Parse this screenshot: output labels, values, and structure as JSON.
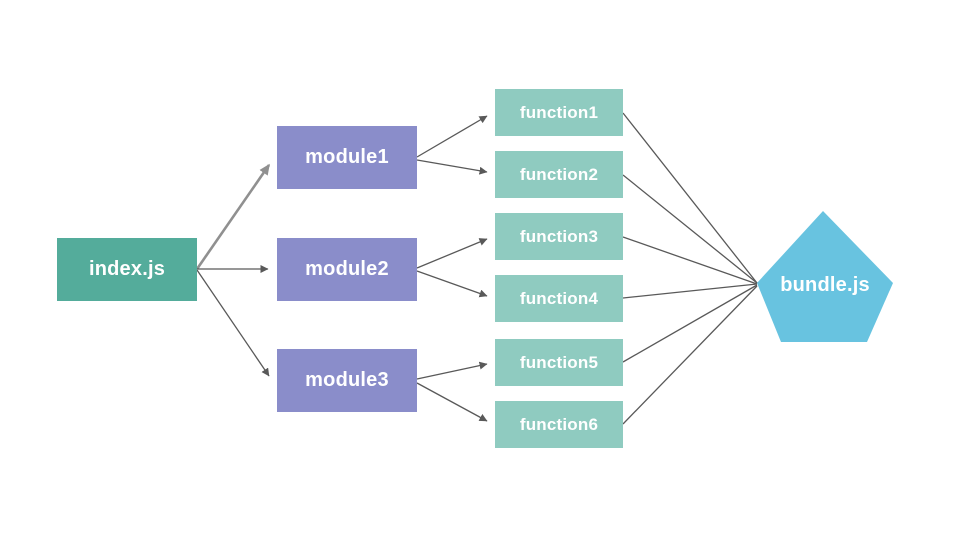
{
  "diagram": {
    "title": "module bundling diagram",
    "background": "#ffffff",
    "colors": {
      "entry_node": "#54ac9b",
      "module_node": "#8a8dca",
      "function_node": "#8fcbc0",
      "bundle_node": "#68c3e0",
      "edge_thin": "#595959",
      "edge_thick": "#909090",
      "label_text": "#ffffff"
    },
    "nodes": {
      "index": {
        "label": "index.js",
        "shape": "rectangle",
        "color": "#54ac9b"
      },
      "module1": {
        "label": "module1",
        "shape": "rectangle",
        "color": "#8a8dca"
      },
      "module2": {
        "label": "module2",
        "shape": "rectangle",
        "color": "#8a8dca"
      },
      "module3": {
        "label": "module3",
        "shape": "rectangle",
        "color": "#8a8dca"
      },
      "function1": {
        "label": "function1",
        "shape": "rectangle",
        "color": "#8fcbc0"
      },
      "function2": {
        "label": "function2",
        "shape": "rectangle",
        "color": "#8fcbc0"
      },
      "function3": {
        "label": "function3",
        "shape": "rectangle",
        "color": "#8fcbc0"
      },
      "function4": {
        "label": "function4",
        "shape": "rectangle",
        "color": "#8fcbc0"
      },
      "function5": {
        "label": "function5",
        "shape": "rectangle",
        "color": "#8fcbc0"
      },
      "function6": {
        "label": "function6",
        "shape": "rectangle",
        "color": "#8fcbc0"
      },
      "bundle": {
        "label": "bundle.js",
        "shape": "pentagon",
        "color": "#68c3e0"
      }
    },
    "edges": [
      {
        "from": "index.js",
        "to": "module1",
        "style": "thick-gray-arrow"
      },
      {
        "from": "index.js",
        "to": "module2",
        "style": "thin-arrow"
      },
      {
        "from": "index.js",
        "to": "module3",
        "style": "thin-arrow"
      },
      {
        "from": "module1",
        "to": "function1",
        "style": "thin-arrow"
      },
      {
        "from": "module1",
        "to": "function2",
        "style": "thin-arrow"
      },
      {
        "from": "module2",
        "to": "function3",
        "style": "thin-arrow"
      },
      {
        "from": "module2",
        "to": "function4",
        "style": "thin-arrow"
      },
      {
        "from": "module3",
        "to": "function5",
        "style": "thin-arrow"
      },
      {
        "from": "module3",
        "to": "function6",
        "style": "thin-arrow"
      },
      {
        "from": "function1",
        "to": "bundle.js",
        "style": "plain-line"
      },
      {
        "from": "function2",
        "to": "bundle.js",
        "style": "plain-line"
      },
      {
        "from": "function3",
        "to": "bundle.js",
        "style": "plain-line"
      },
      {
        "from": "function4",
        "to": "bundle.js",
        "style": "plain-line"
      },
      {
        "from": "function5",
        "to": "bundle.js",
        "style": "plain-line"
      },
      {
        "from": "function6",
        "to": "bundle.js",
        "style": "plain-line"
      }
    ]
  }
}
